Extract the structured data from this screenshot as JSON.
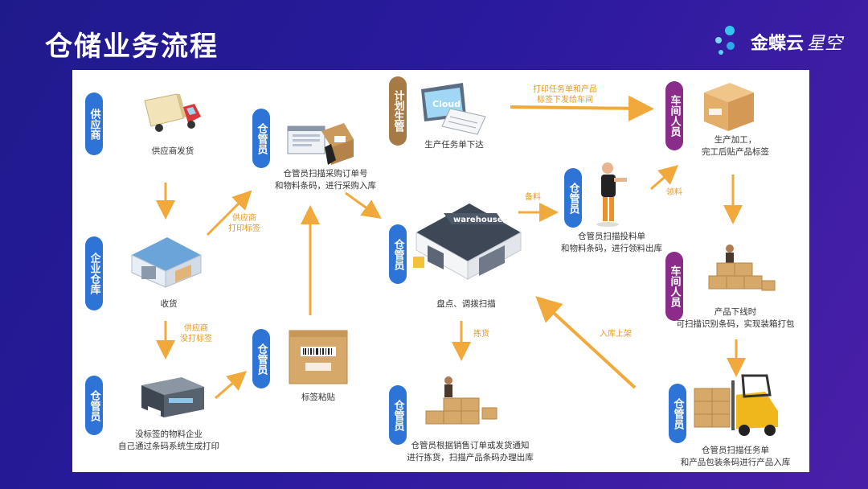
{
  "title": "仓储业务流程",
  "brand": {
    "name": "金蝶云",
    "sub": "星空"
  },
  "roles": {
    "supplier": "供应商",
    "warehouse_keeper": "仓管员",
    "enterprise_warehouse": "企业仓库",
    "production_planner": "计划生管",
    "workshop": "车间人员"
  },
  "steps": {
    "supplier_ship": "供应商发货",
    "receive": "收货",
    "no_label_print": "没标签的物料企业\n自己通过条码系统生成打印",
    "label_attach": "标签粘贴",
    "scan_po": "仓管员扫描采购订单号\n和物料条码，进行采购入库",
    "production_task": "生产任务单下达",
    "inventory_scan": "盘点、调拨扫描",
    "pick_ship": "仓管员根据销售订单或发货通知\n进行拣货，扫描产品条码办理出库",
    "scan_issue": "仓管员扫描投料单\n和物料条码，进行领料出库",
    "process_label": "生产加工，\n完工后贴产品标签",
    "offline_pack": "产品下线时\n可扫描识别条码，实现装箱打包",
    "finished_in": "仓管员扫描任务单\n和产品包装条码进行产品入库"
  },
  "arrow_labels": {
    "supplier_print": "供应商\n打印标签",
    "supplier_no_label": "供应商\n没打标签",
    "print_task": "打印任务单和产品\n标签下发给车间",
    "prepare": "备料",
    "pick_material": "领料",
    "picking": "拣货",
    "inbound": "入库上架"
  },
  "illustration_labels": {
    "cloud": "Cloud",
    "warehouse": "warehouse"
  },
  "colors": {
    "accent_orange": "#f0a93a",
    "role_blue": "#2e73d6",
    "role_brown": "#a57a45",
    "role_purple": "#8b2b8a"
  }
}
